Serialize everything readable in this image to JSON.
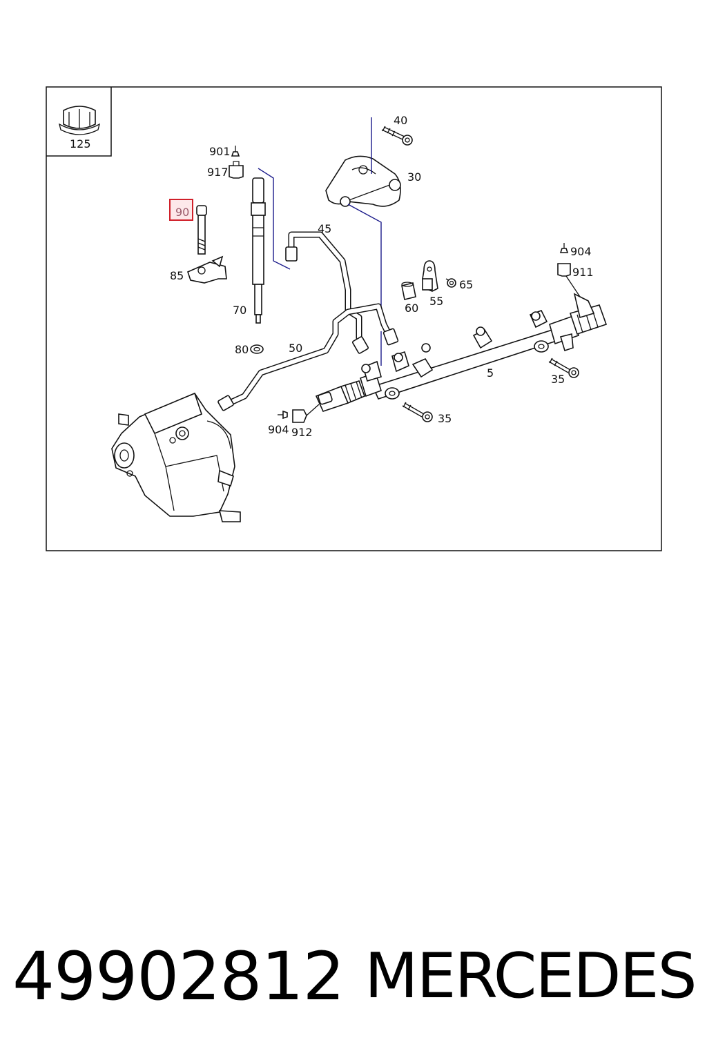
{
  "diagram": {
    "inset_label": "125",
    "selected_label": "90",
    "labels": {
      "l40": "40",
      "l30": "30",
      "l901": "901",
      "l917": "917",
      "l45": "45",
      "l85": "85",
      "l70": "70",
      "l80": "80",
      "l50": "50",
      "l60": "60",
      "l55": "55",
      "l65": "65",
      "l904a": "904",
      "l911": "911",
      "l5": "5",
      "l35a": "35",
      "l35b": "35",
      "l904b": "904",
      "l912": "912"
    }
  },
  "footer": {
    "part_number": "49902812",
    "brand": "MERCEDES"
  },
  "colors": {
    "highlight": "#d0202a",
    "highlight_fill": "#fde8ea",
    "guide_line": "#1a1a8a"
  }
}
